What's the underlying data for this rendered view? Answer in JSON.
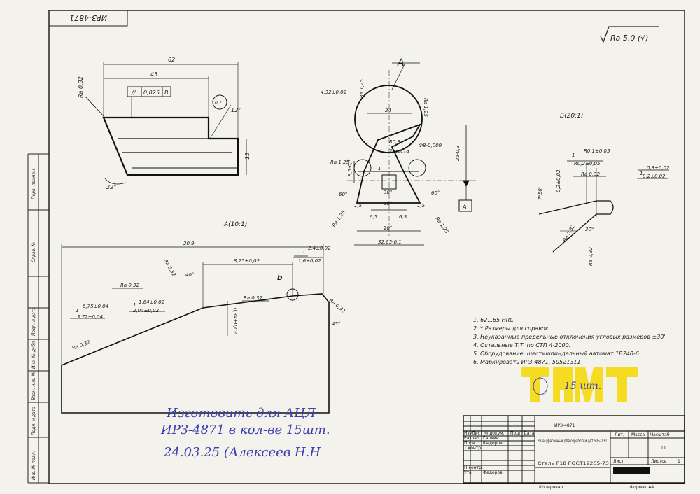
{
  "stamp_rotated": "ИРЗ-4871",
  "roughness": "Ra 5,0 (√)",
  "views": {
    "section_a": "A",
    "view_a": "A(10:1)",
    "view_b": "Б(20:1)",
    "view_b_marker": "Б",
    "datum_a": "A"
  },
  "dims_left": {
    "d62": "62",
    "d45": "45",
    "ra032": "Ra 0,32",
    "tol_sym": "//",
    "tol_val": "0,025",
    "tol_datum": "В",
    "d12": "12°",
    "d15": "15",
    "d22": "22°",
    "circle_num": "0,7"
  },
  "dims_center": {
    "ra125_a": "Ra 1,25",
    "ra125_b": "Ra 1,25",
    "ra125_c": "Ra 1,25",
    "ra125_d": "Ra 1,25",
    "ra125_e": "Ra 1,25",
    "d432": "4,32±0,02",
    "d24": "24",
    "r03": "R0,3",
    "two_places": "2 места",
    "phi8": "Ф8-0,009",
    "d254": "25-0,3",
    "d95": "9,5-0,3",
    "d1": "1",
    "d30a": "30°",
    "d30b": "30°",
    "d60a": "60°",
    "d60b": "60°",
    "d15a": "1,5",
    "d15b": "1,5",
    "d65a": "6,5",
    "d65b": "6,5",
    "d20": "20°",
    "d3265": "32,65-0,1"
  },
  "dims_view_a": {
    "d209": "20,9",
    "d825": "8,25±0,02",
    "d40": "40°",
    "ra032_a": "Ra 0,32",
    "ra032_b": "Ra 0,32",
    "ra032_c": "Ra 0,32",
    "ra032_d": "Ra 0,32",
    "ra032_e": "Ra 0,32",
    "d24": "2,4±0,02",
    "d16": "1,6±0,02",
    "d675": "6,75±0,04",
    "d372": "3,72±0,04",
    "d164": "1,64±0,02",
    "d204": "2,04±0,02",
    "d034": "0,34±0,02",
    "d45": "45°",
    "c1": "1",
    "c2": "1",
    "c3": "1"
  },
  "dims_view_b": {
    "r01": "R0,1±0,05",
    "r02": "R0,2±0,05",
    "ra032_a": "Ra 0,32",
    "d03": "0,3±0,02",
    "d02": "0,2±0,02",
    "d02b": "0,2±0,02",
    "d750": "7°50'",
    "d30": "30°",
    "ra032_b": "Ra 0,32",
    "ra032_c": "Ra 0,32",
    "c1": "1",
    "c2": "1"
  },
  "notes": [
    "1. 62...65 HRC",
    "2. * Размеры для справок.",
    "3. Неуказанные предельные отклонения угловых размеров ±30'.",
    "4. Остальные Т.Т. по СТП 4-2000.",
    "5. Оборудование: шестишпиндельный автомат 1Б240-6.",
    "6. Маркировать ИРЗ-4871, 50521311"
  ],
  "handwriting": {
    "line1": "Изготовить для   АЦЛ",
    "line2": "ИРЗ-4871 в кол-ве 15шт.",
    "line3": "24.03.25  (Алексеев Н.Н",
    "qty": "15 шт."
  },
  "title_block": {
    "code": "ИРЗ-4871",
    "title": "Резец фасонный для обработки дет.50521311",
    "material": "Сталь Р18 ГОСТ19265-73",
    "lit": "Лит.",
    "mass": "Масса",
    "scale": "Масштаб",
    "scale_val": "11",
    "sheet": "Лист",
    "sheets": "Листов",
    "sheets_val": "1",
    "izm": "Изм.",
    "list": "Лист",
    "doc": "№ докум.",
    "sign": "Подп.",
    "date": "Дата",
    "razrab": "Разраб.",
    "prov": "Пров.",
    "tkontr": "Т.контр.",
    "nkontr": "Н.контр.",
    "utv": "Утв.",
    "n1": "Галкин",
    "n2": "Федоров",
    "n3": "Федоров",
    "copied": "Копировал",
    "format": "Формат А4"
  },
  "left_strip": [
    "Перв. примен.",
    "Справ. №",
    "Подп. и дата",
    "Инв. № дубл.",
    "Взам. инв. №",
    "Подп. и дата",
    "Инв. № подл."
  ]
}
